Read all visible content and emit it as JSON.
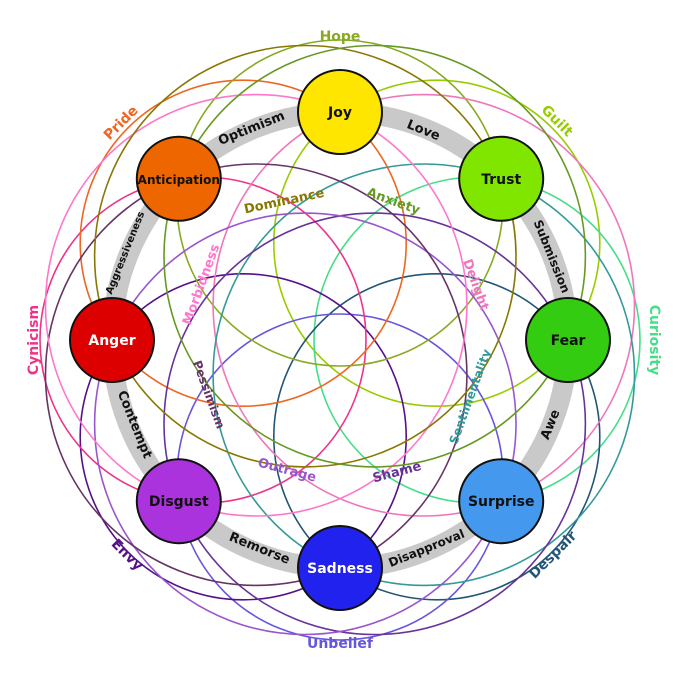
{
  "emotions": [
    {
      "key": "joy",
      "label": "Joy",
      "color": "#ffe600",
      "text_color": "#111111"
    },
    {
      "key": "trust",
      "label": "Trust",
      "color": "#80e600",
      "text_color": "#111111"
    },
    {
      "key": "fear",
      "label": "Fear",
      "color": "#33cc11",
      "text_color": "#111111"
    },
    {
      "key": "surprise",
      "label": "Surprise",
      "color": "#4499ee",
      "text_color": "#111111"
    },
    {
      "key": "sadness",
      "label": "Sadness",
      "color": "#2222ee",
      "text_color": "#ffffff"
    },
    {
      "key": "disgust",
      "label": "Disgust",
      "color": "#aa33dd",
      "text_color": "#111111"
    },
    {
      "key": "anger",
      "label": "Anger",
      "color": "#dd0000",
      "text_color": "#ffffff"
    },
    {
      "key": "anticipation",
      "label": "Anticipation",
      "color": "#ee6600",
      "text_color": "#111111"
    }
  ],
  "primary_dyads": [
    {
      "label": "Love"
    },
    {
      "label": "Submission"
    },
    {
      "label": "Awe"
    },
    {
      "label": "Disapproval"
    },
    {
      "label": "Remorse"
    },
    {
      "label": "Contempt"
    },
    {
      "label": "Aggressiveness"
    },
    {
      "label": "Optimism"
    }
  ],
  "secondary_dyads": [
    {
      "label": "Guilt",
      "color": "#99cc00"
    },
    {
      "label": "Curiosity",
      "color": "#44dd88"
    },
    {
      "label": "Despair",
      "color": "#225577"
    },
    {
      "label": "Unbelief",
      "color": "#6655dd"
    },
    {
      "label": "Envy",
      "color": "#551188"
    },
    {
      "label": "Cynicism",
      "color": "#ee3388"
    },
    {
      "label": "Pride",
      "color": "#ee6622"
    },
    {
      "label": "Hope",
      "color": "#88aa22"
    }
  ],
  "tertiary_dyads": [
    {
      "label": "Delight",
      "color": "#ee77bb"
    },
    {
      "label": "Sentimentality",
      "color": "#339999"
    },
    {
      "label": "Shame",
      "color": "#663399"
    },
    {
      "label": "Outrage",
      "color": "#9955cc"
    },
    {
      "label": "Pessimism",
      "color": "#663366"
    },
    {
      "label": "Morbidness",
      "color": "#ff77cc"
    },
    {
      "label": "Dominance",
      "color": "#887700"
    },
    {
      "label": "Anxiety",
      "color": "#669922"
    }
  ]
}
